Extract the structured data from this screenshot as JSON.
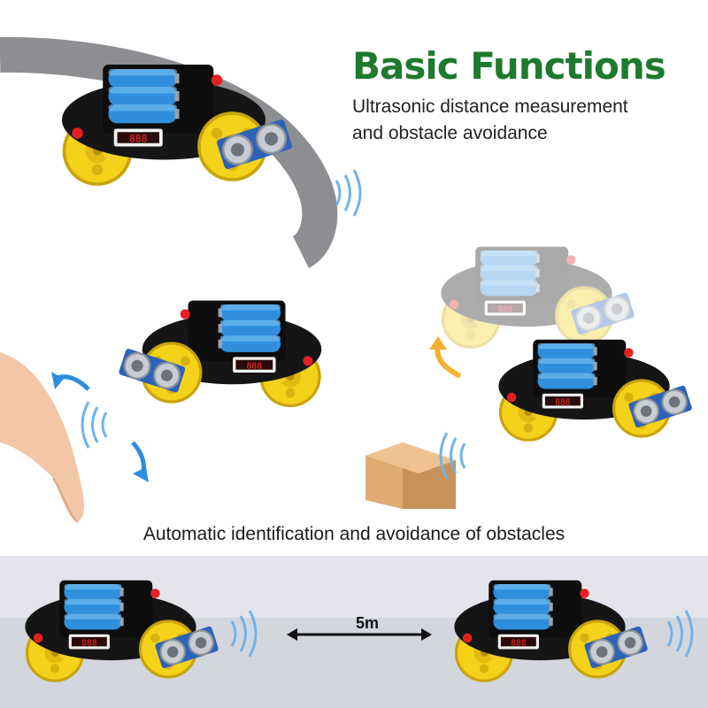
{
  "heading": {
    "title": "Basic Functions",
    "subtitle_line1": "Ultrasonic distance measurement",
    "subtitle_line2": "and obstacle avoidance"
  },
  "middle_caption": "Automatic identification and avoidance of obstacles",
  "bottom_strip": {
    "distance_label": "5m"
  },
  "colors": {
    "headline_green": "#1e7a2e",
    "battery_blue": "#2f8fdc",
    "wheel_yellow": "#f5d21a",
    "board_black": "#151515",
    "sensor_silver": "#b8bcc4",
    "wave_blue": "#6fb3ea",
    "arrow_blue": "#2b8ee0",
    "arrow_yellow": "#f2b230",
    "road_gray": "#8c8e92"
  },
  "illustrations": [
    "robot-car-on-road",
    "robot-car-hand-detect",
    "robot-car-box-avoid",
    "robot-car-pair-distance"
  ]
}
